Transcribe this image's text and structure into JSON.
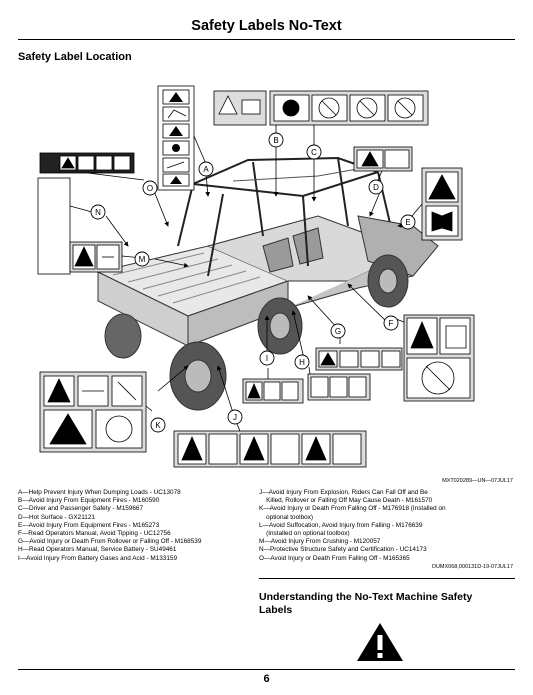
{
  "header": {
    "title": "Safety Labels No-Text"
  },
  "section": {
    "heading": "Safety Label Location"
  },
  "figure": {
    "callouts": [
      "A",
      "B",
      "C",
      "D",
      "E",
      "F",
      "G",
      "H",
      "I",
      "J",
      "K",
      "M",
      "N",
      "O"
    ],
    "figure_id": "MXT020289—UN—07JUL17"
  },
  "legend": {
    "left": [
      "A—Help Prevent Injury When Dumping Loads - UC13078",
      "B—Avoid Injury From Equipment Fires - M160590",
      "C—Driver and Passenger Safety - M159667",
      "D—Hot Surface - GX21121",
      "E—Avoid Injury From Equipment Fires - M165273",
      "F—Read Operators Manual, Avoid Tipping - UC12756",
      "G—Avoid Injury or Death From Rollover or Falling Off - M168539",
      "H—Read Operators Manual, Service Battery - SU49461",
      "I—Avoid Injury From Battery Gases and Acid - M133159"
    ],
    "right": [
      "J—Avoid Injury From Explosion, Riders Can Fall Off and Be",
      "    Killed, Rollover or Falling Off May Cause Death - M161570",
      "K—Avoid Injury or Death From Falling Off - M176918 (Installed on",
      "    optional toolbox)",
      "L—Avoid Suffocation, Avoid Injury from Falling - M176639",
      "    (Installed on optional toolbox)",
      "M—Avoid Injury From Crushing - M120057",
      "N—Protective Structure Safety and Certification - UC14173",
      "O—Avoid Injury or Death From Falling Off - M165365"
    ],
    "ref": "OUMX068,000131D-19-07JUL17"
  },
  "subsection": {
    "line1": "Understanding the No-Text Machine Safety",
    "line2": "Labels"
  },
  "footer": {
    "page_number": "6"
  },
  "icons": [
    "warning-triangle-icon"
  ]
}
